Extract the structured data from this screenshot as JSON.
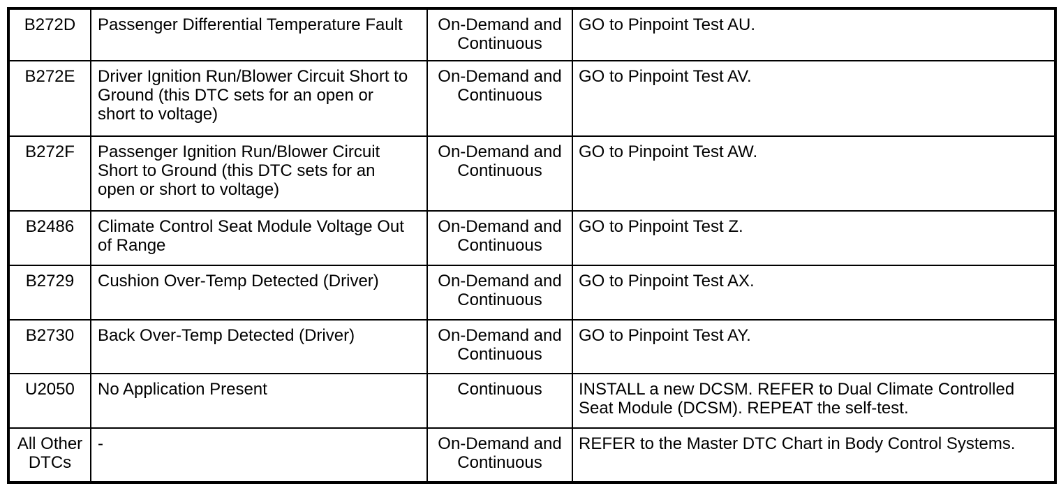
{
  "page": {
    "background_color": "#ffffff"
  },
  "table": {
    "kind": "dtc-diagnostic-chart",
    "border_color": "#000000",
    "text_color": "#000000",
    "columns": [
      "dtc_code",
      "description",
      "dtc_type",
      "action"
    ],
    "rows": [
      {
        "code": "B272D",
        "description": "Passenger Differential Temperature Fault",
        "dtc_type": "On-Demand and Continuous",
        "action": "GO to Pinpoint Test AU."
      },
      {
        "code": "B272E",
        "description": "Driver Ignition Run/Blower Circuit Short to Ground (this DTC sets for an open or short to voltage)",
        "dtc_type": "On-Demand and Continuous",
        "action": "GO to Pinpoint Test AV."
      },
      {
        "code": "B272F",
        "description": "Passenger Ignition Run/Blower Circuit Short to Ground (this DTC sets for an open or short to voltage)",
        "dtc_type": "On-Demand and Continuous",
        "action": "GO to Pinpoint Test AW."
      },
      {
        "code": "B2486",
        "description": "Climate Control Seat Module Voltage Out of Range",
        "dtc_type": "On-Demand and Continuous",
        "action": "GO to Pinpoint Test Z."
      },
      {
        "code": "B2729",
        "description": "Cushion Over-Temp Detected (Driver)",
        "dtc_type": "On-Demand and Continuous",
        "action": "GO to Pinpoint Test AX."
      },
      {
        "code": "B2730",
        "description": "Back Over-Temp Detected (Driver)",
        "dtc_type": "On-Demand and Continuous",
        "action": "GO to Pinpoint Test AY."
      },
      {
        "code": "U2050",
        "description": "No Application Present",
        "dtc_type": "Continuous",
        "action": "INSTALL a new DCSM. REFER to Dual Climate Controlled Seat Module (DCSM). REPEAT the self-test."
      },
      {
        "code": "All Other DTCs",
        "description": "-",
        "dtc_type": "On-Demand and Continuous",
        "action": "REFER to the Master DTC Chart in Body Control Systems."
      }
    ]
  }
}
